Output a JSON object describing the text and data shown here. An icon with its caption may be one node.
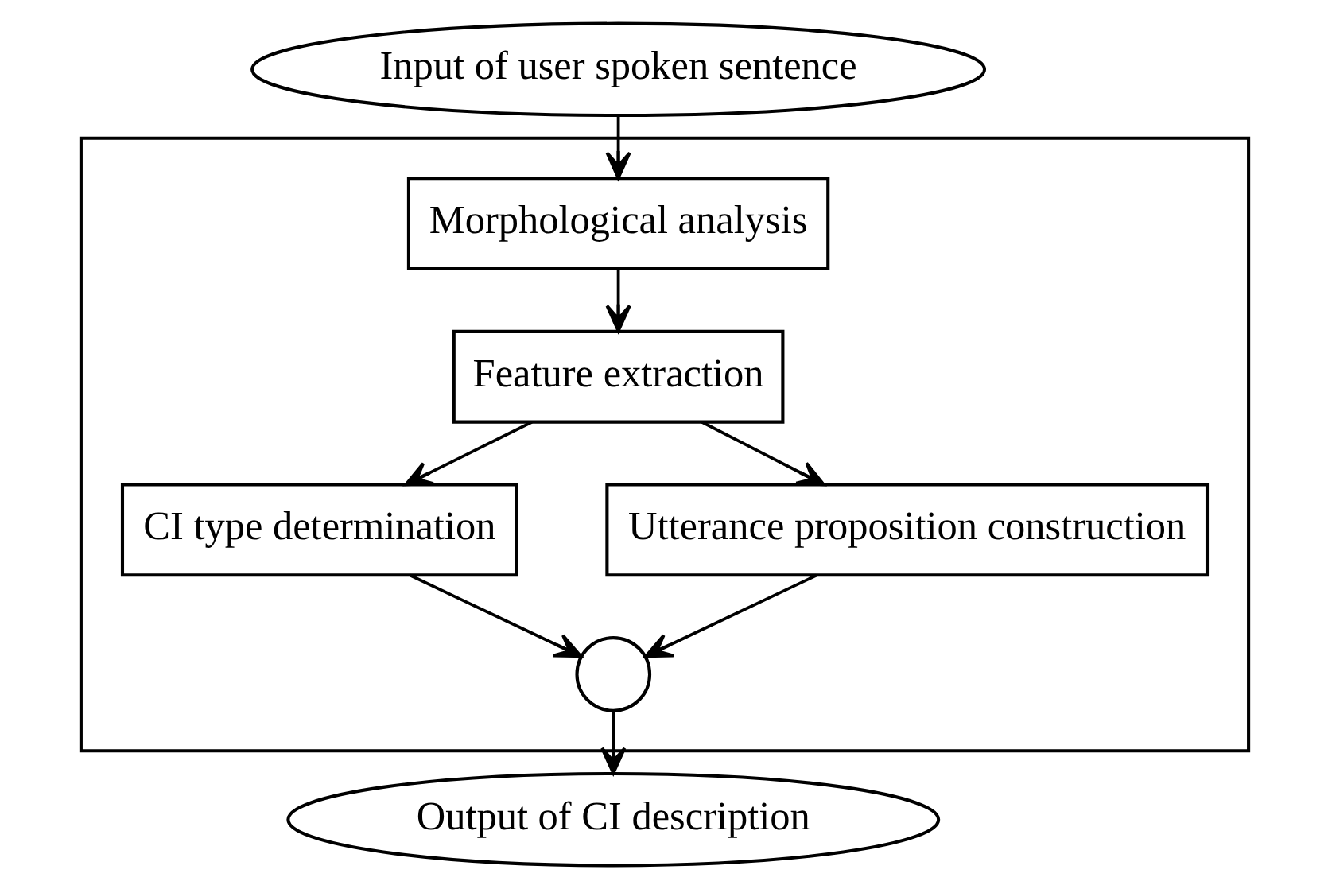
{
  "diagram": {
    "nodes": [
      {
        "text": [
          "Input of user spoken sentence"
        ]
      },
      {
        "text": [],
        "shape": "box"
      },
      {
        "text": [
          "Morphological analysis"
        ],
        "in": 1
      },
      {
        "text": [
          "Feature extraction"
        ],
        "in": 1
      },
      {
        "text": [
          "CI type determination"
        ],
        "in": 1
      },
      {
        "text": [
          "Utterance proposition construction"
        ],
        "in": 1
      },
      {
        "text": [],
        "shape": "circle",
        "in": 1
      },
      {
        "text": [
          "Output of CI description"
        ]
      }
    ],
    "edges": [
      {
        "from": 0,
        "to": 2,
        "arrow": "to"
      },
      {
        "from": 2,
        "to": 3,
        "arrow": "to"
      },
      {
        "from": 3,
        "to": 4,
        "arrow": "to"
      },
      {
        "from": 3,
        "to": 5,
        "arrow": "to"
      },
      {
        "from": 4,
        "to": 6,
        "arrow": "to"
      },
      {
        "from": 5,
        "to": 6,
        "arrow": "to"
      },
      {
        "from": 6,
        "to": 7,
        "arrow": "to"
      }
    ]
  }
}
